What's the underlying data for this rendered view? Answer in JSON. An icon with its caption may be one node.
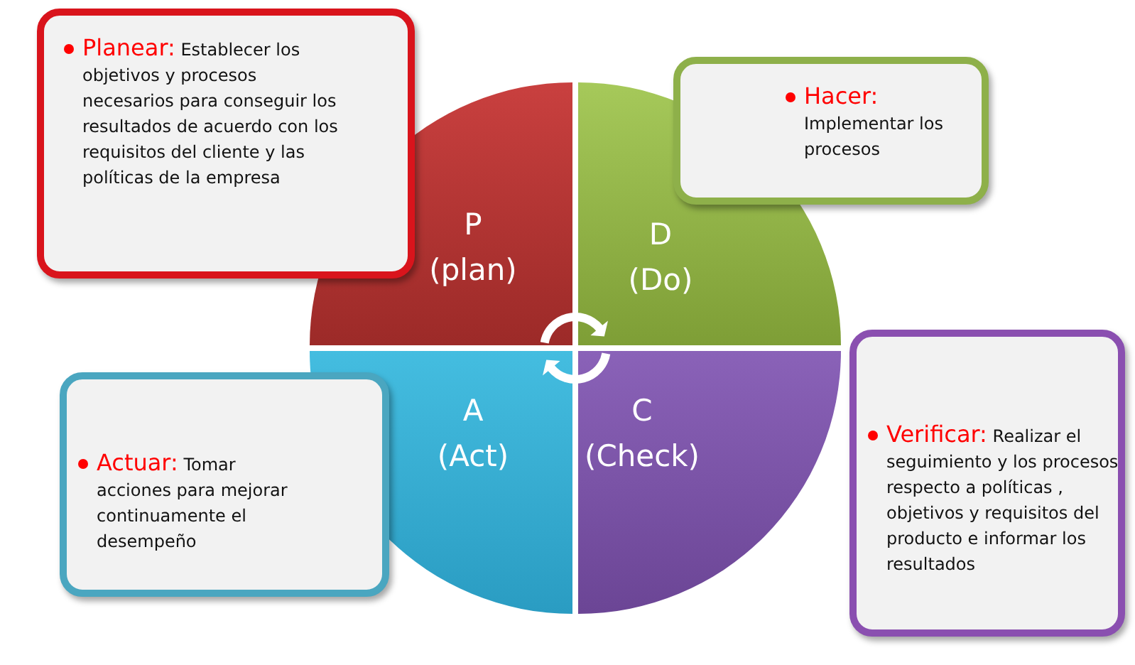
{
  "diagram": {
    "nodes": [
      {
        "text": [
          "Planear:",
          "Establecer los objetivos y procesos necesarios para conseguir los resultados de acuerdo con los requisitos del cliente y las políticas de la empresa"
        ]
      },
      {
        "text": [
          "Hacer:",
          "Implementar los procesos"
        ]
      },
      {
        "text": [
          "P",
          "(plan)"
        ]
      },
      {
        "text": [
          "D",
          "(Do)"
        ]
      },
      {
        "text": [
          "A",
          "(Act)"
        ]
      },
      {
        "text": [
          "C",
          "(Check)"
        ]
      },
      {
        "text": [
          "Actuar:",
          "Tomar acciones para mejorar continuamente el desempeño"
        ]
      },
      {
        "text": [
          "Verificar:",
          "Realizar el seguimiento y los procesos respecto a políticas , objetivos y requisitos del producto e informar los resultados"
        ]
      }
    ]
  }
}
